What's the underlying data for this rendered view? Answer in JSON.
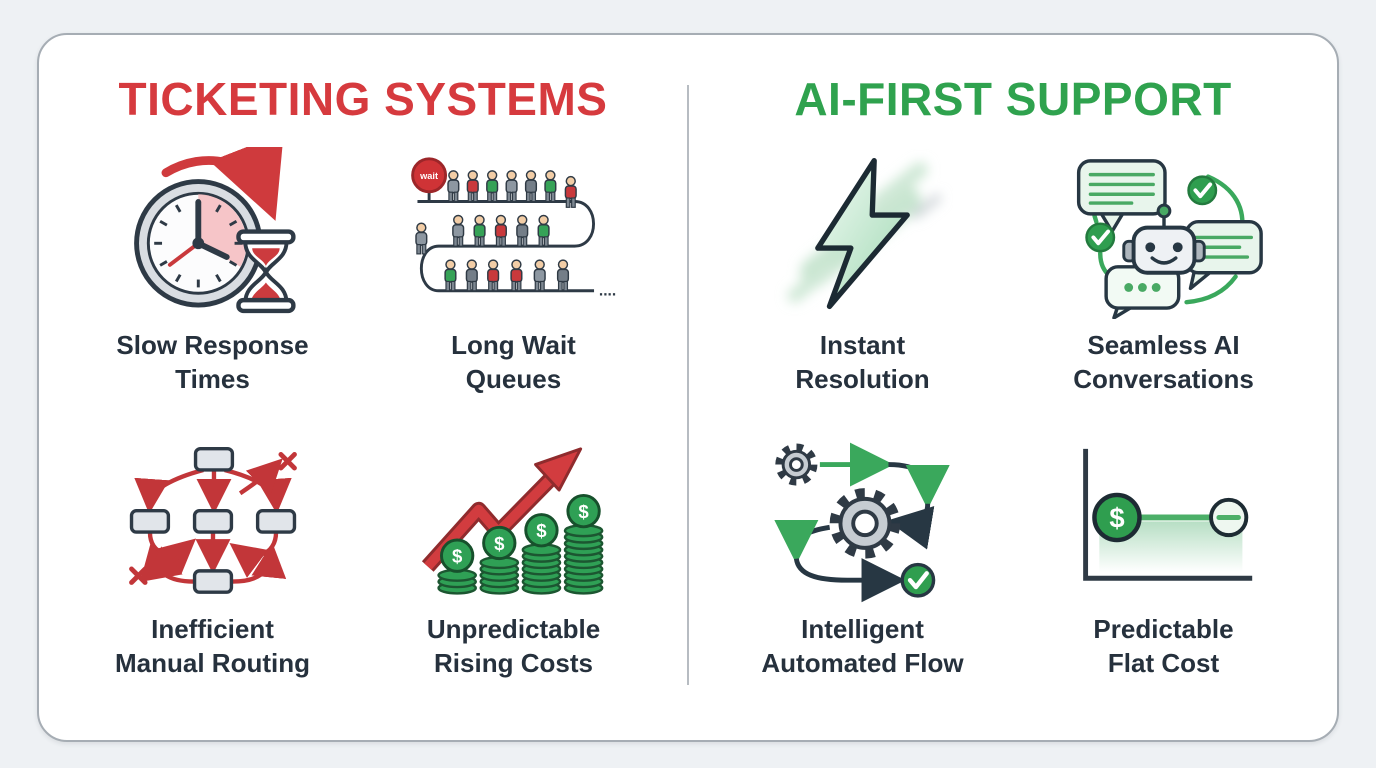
{
  "infographic": {
    "left": {
      "title": "TICKETING SYSTEMS",
      "features": [
        {
          "icon": "clock-hourglass-icon",
          "lines": [
            "Slow Response",
            "Times"
          ]
        },
        {
          "icon": "waiting-queue-icon",
          "lines": [
            "Long Wait",
            "Queues"
          ]
        },
        {
          "icon": "tangled-flowchart-icon",
          "lines": [
            "Inefficient",
            "Manual Routing"
          ]
        },
        {
          "icon": "rising-coins-icon",
          "lines": [
            "Unpredictable",
            "Rising Costs"
          ]
        }
      ]
    },
    "right": {
      "title": "AI-FIRST SUPPORT",
      "features": [
        {
          "icon": "lightning-bolt-icon",
          "lines": [
            "Instant",
            "Resolution"
          ]
        },
        {
          "icon": "robot-chat-icon",
          "lines": [
            "Seamless AI",
            "Conversations"
          ]
        },
        {
          "icon": "automated-gears-icon",
          "lines": [
            "Intelligent",
            "Automated Flow"
          ]
        },
        {
          "icon": "flat-cost-chart-icon",
          "lines": [
            "Predictable",
            "Flat Cost"
          ]
        }
      ]
    },
    "symbols": {
      "wait_sign": "wait",
      "dollar": "$",
      "queue_trail_dots": "...."
    },
    "colors": {
      "ticketing_red": "#d63a3e",
      "ai_green": "#2fa24e",
      "label_ink": "#26313d",
      "card_bg": "#ffffff",
      "page_bg": "#eef1f4",
      "divider": "#b7bcc2"
    }
  }
}
